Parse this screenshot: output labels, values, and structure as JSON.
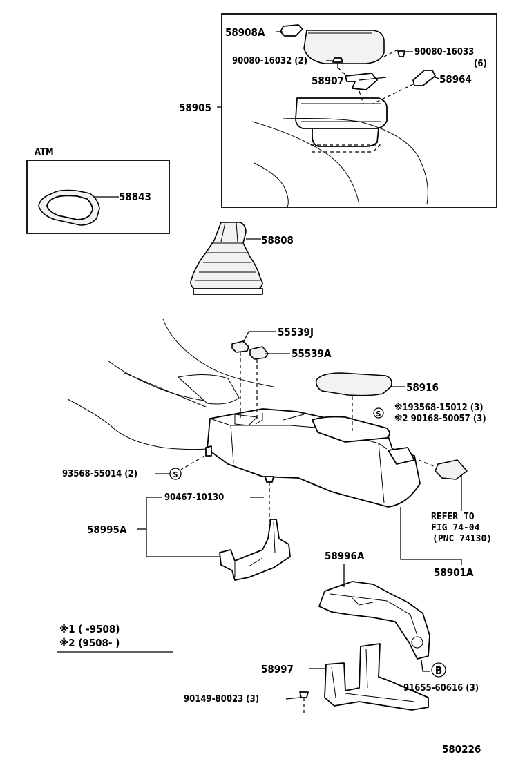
{
  "labels": {
    "p58908A": "58908A",
    "p90080_16032": "90080-16032 (2)",
    "p90080_16033": "90080-16033",
    "p90080_16033_qty": "(6)",
    "p58907": "58907",
    "p58964": "58964",
    "p58905": "58905",
    "atm": "ATM",
    "p58843": "58843",
    "p58808": "58808",
    "p55539J": "55539J",
    "p55539A": "55539A",
    "p58916": "58916",
    "p193568": "※193568-15012 (3)",
    "p290168": "※2 90168-50057 (3)",
    "p93568": "93568-55014 (2)",
    "p90467": "90467-10130",
    "p58995A": "58995A",
    "refer1": "REFER TO",
    "refer2": "FIG 74-04",
    "refer3": "(PNC 74130)",
    "p58901A": "58901A",
    "p58996A": "58996A",
    "note1": "※1 (      -9508)",
    "note2": "※2 (9508-        )",
    "p58997": "58997",
    "p91655": "91655-60616 (3)",
    "p90149": "90149-80023 (3)",
    "markerB": "B",
    "markerS": "S",
    "figno": "580226"
  }
}
